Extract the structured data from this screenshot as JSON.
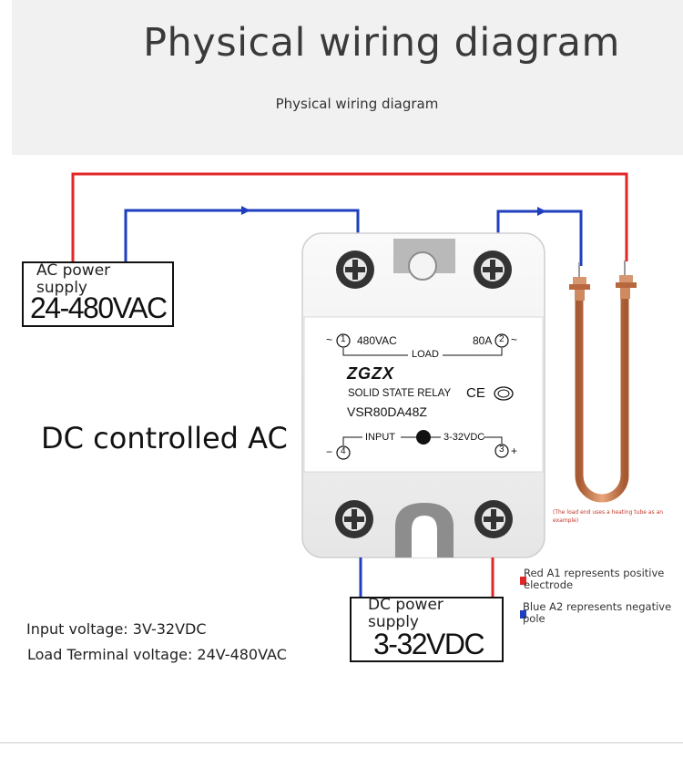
{
  "header": {
    "title": "Physical wiring diagram",
    "subtitle": "Physical wiring diagram"
  },
  "ac_supply": {
    "line1": "AC power",
    "line2": "supply",
    "voltage": "24-480VAC"
  },
  "dc_supply": {
    "line1": "DC power",
    "line2": "supply",
    "voltage": "3-32VDC"
  },
  "caption": "DC controlled AC",
  "relay": {
    "brand": "ZGZX",
    "type": "SOLID STATE RELAY",
    "model": "VSR80DA48Z",
    "voltage_rating": "480VAC",
    "current_rating": "80A",
    "load_label": "LOAD",
    "input_label": "INPUT",
    "input_range": "3-32VDC",
    "terminal_1": "1",
    "terminal_2": "2",
    "terminal_3": "3",
    "terminal_4": "4",
    "tilde_left": "~",
    "tilde_right": "~",
    "minus": "−",
    "plus": "+",
    "cert": "CE"
  },
  "load_note": {
    "line1": "(The load end uses a heating tube as an",
    "line2": "example)"
  },
  "legend": {
    "red_line1": "Red A1 represents positive",
    "red_line2": "electrode",
    "blue_line1": "Blue A2 represents negative",
    "blue_line2": "pole"
  },
  "specs": {
    "input": "Input voltage: 3V-32VDC",
    "load": "Load Terminal voltage: 24V-480VAC"
  },
  "colors": {
    "positive_wire": "#e02626",
    "negative_wire": "#1f3fbf",
    "heater": "#c8764a"
  },
  "icons": [
    "arrow-right-icon",
    "screw-terminal-icon",
    "heating-tube-icon",
    "ce-mark-icon",
    "ccc-mark-icon",
    "indicator-led-icon"
  ]
}
